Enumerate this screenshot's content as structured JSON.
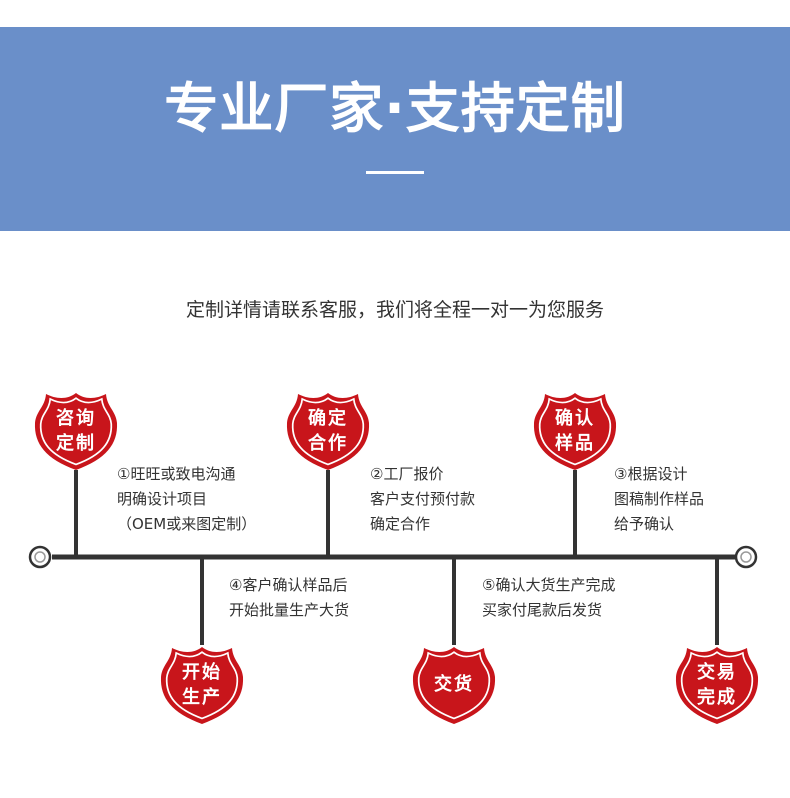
{
  "banner": {
    "title": "专业厂家·支持定制"
  },
  "subtitle": "定制详情请联系客服，我们将全程一对一为您服务",
  "colors": {
    "banner_bg": "#6a8fc9",
    "badge_red": "#c8151b",
    "line_dark": "#333333",
    "text": "#333333"
  },
  "steps": [
    {
      "badge": [
        "咨询",
        "定制"
      ],
      "lines": [
        "①旺旺或致电沟通",
        "明确设计项目",
        "（OEM或来图定制）"
      ]
    },
    {
      "badge": [
        "确定",
        "合作"
      ],
      "lines": [
        "②工厂报价",
        "客户支付预付款",
        "确定合作"
      ]
    },
    {
      "badge": [
        "确认",
        "样品"
      ],
      "lines": [
        "③根据设计",
        "图稿制作样品",
        "给予确认"
      ]
    },
    {
      "badge": [
        "开始",
        "生产"
      ],
      "lines": [
        "④客户确认样品后",
        "开始批量生产大货"
      ]
    },
    {
      "badge": [
        "交货"
      ],
      "lines": [
        "⑤确认大货生产完成",
        "买家付尾款后发货"
      ]
    },
    {
      "badge": [
        "交易",
        "完成"
      ],
      "lines": []
    }
  ]
}
